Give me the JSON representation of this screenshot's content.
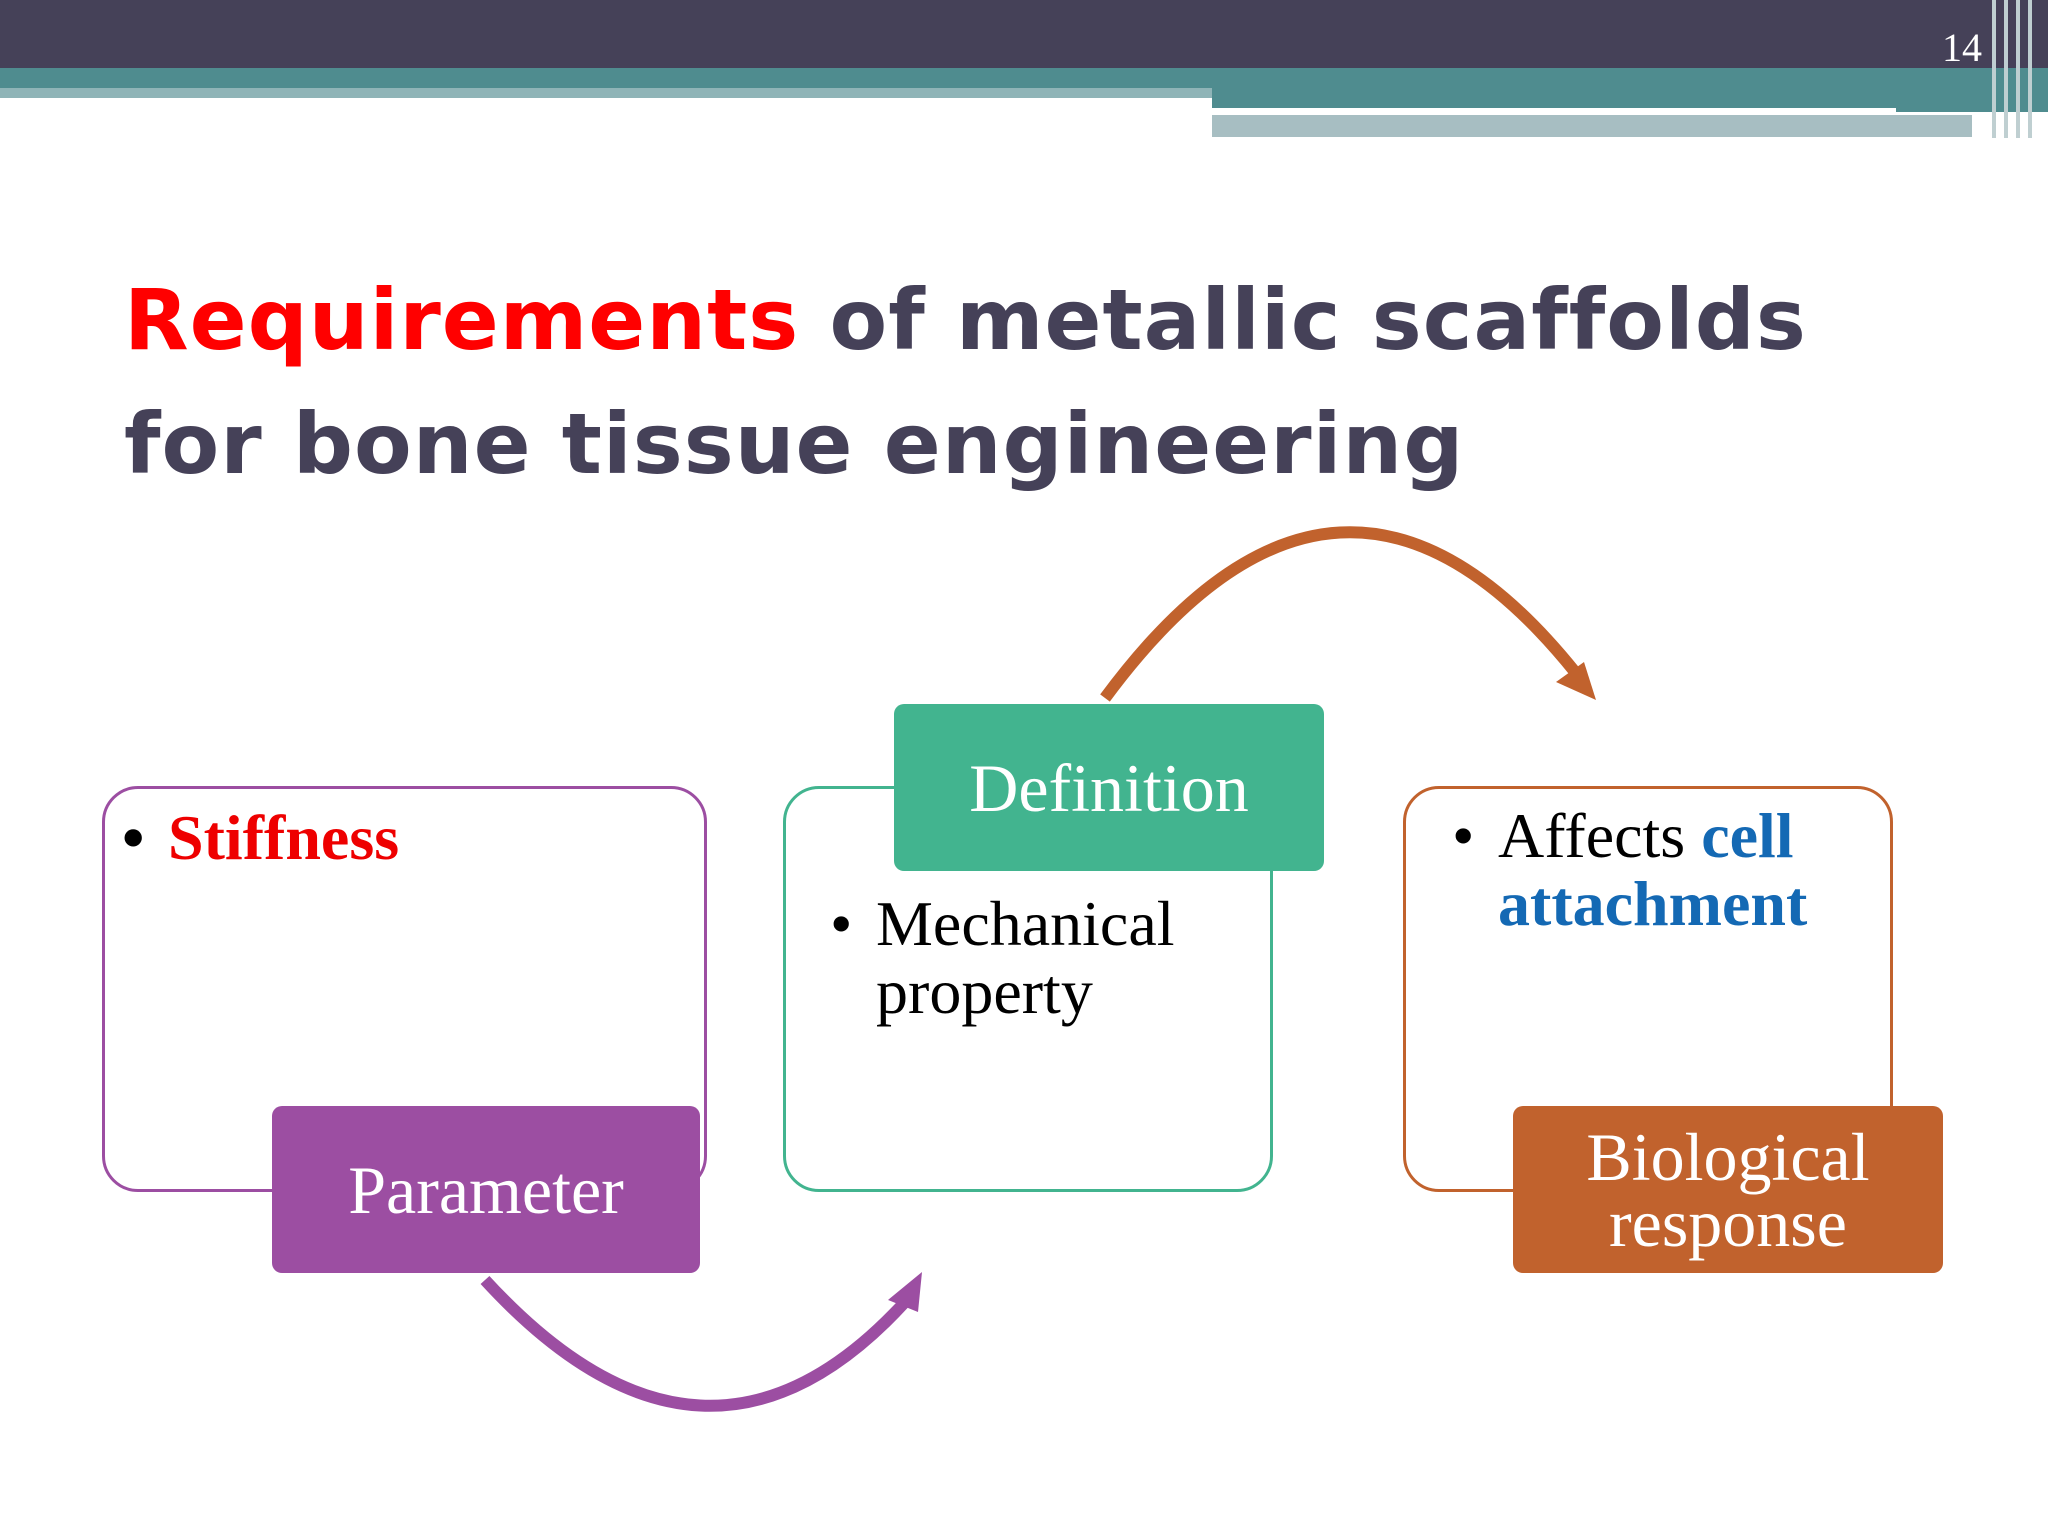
{
  "slide": {
    "number": "14"
  },
  "title": {
    "highlight": "Requirements",
    "rest_line1": " of metallic scaffolds",
    "line2": "for bone tissue engineering"
  },
  "diagram": {
    "colors": {
      "purple": "#9c4ea2",
      "teal": "#42b48f",
      "orange": "#c1622d",
      "red": "#ee0000",
      "blue": "#1469b4"
    },
    "parameter": {
      "label": "Parameter",
      "bullet": "Stiffness"
    },
    "definition": {
      "label": "Definition",
      "bullet_line1": "Mechanical",
      "bullet_line2": "property"
    },
    "biological": {
      "label_line1": "Biological",
      "label_line2": "response",
      "bullet_prefix": "Affects ",
      "bullet_hl1": "cell",
      "bullet_hl2": "attachment"
    }
  }
}
